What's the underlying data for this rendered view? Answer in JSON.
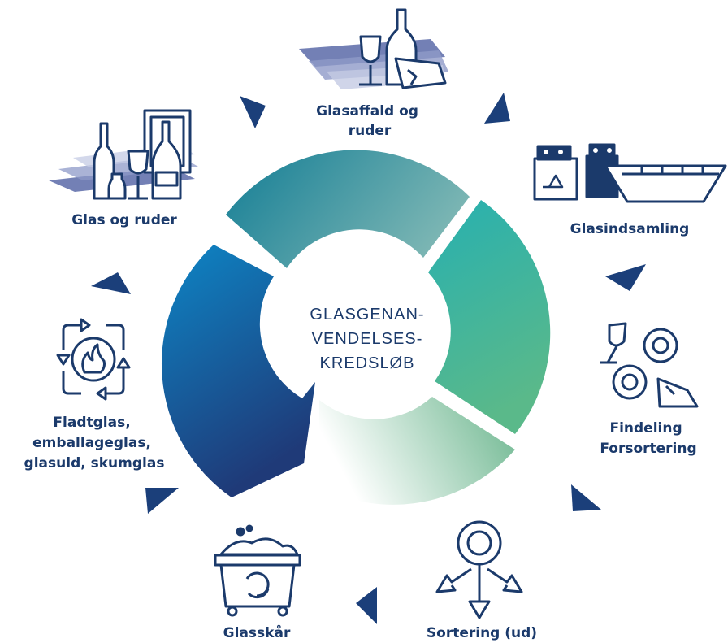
{
  "center_title": {
    "line1": "GLASGENAN-",
    "line2": "VENDELSES-",
    "line3": "KREDSLØB"
  },
  "stages": [
    {
      "id": "glasaffald",
      "icon": "broken-glass-bottles-icon",
      "lines": [
        "Glasaffald og",
        "ruder"
      ]
    },
    {
      "id": "glasindsamling",
      "icon": "collection-container-icon",
      "lines": [
        "Glasindsamling"
      ]
    },
    {
      "id": "findeling",
      "icon": "crushing-gears-icon",
      "lines": [
        "Findeling",
        "Forsortering"
      ]
    },
    {
      "id": "sortering",
      "icon": "sorting-gear-icon",
      "lines": [
        "Sortering (ud)"
      ]
    },
    {
      "id": "glasskaar",
      "icon": "cullet-bin-icon",
      "lines": [
        "Glasskår"
      ]
    },
    {
      "id": "fladtglas",
      "icon": "melting-furnace-icon",
      "lines": [
        "Fladtglas,",
        "emballageglas,",
        "glasuld, skumglas"
      ]
    },
    {
      "id": "glas-ruder",
      "icon": "bottles-windows-icon",
      "lines": [
        "Glas og ruder"
      ]
    }
  ],
  "colors": {
    "text": "#1b3a6b",
    "arrow": "#1b3f7a",
    "ring_teal_dark": "#1f8aa0",
    "ring_teal_light": "#6fb2b4",
    "ring_green": "#5fba8d",
    "ring_pale": "#e6f1e8",
    "ring_blue": "#1a6fb0",
    "ring_navy": "#1f3c78"
  }
}
